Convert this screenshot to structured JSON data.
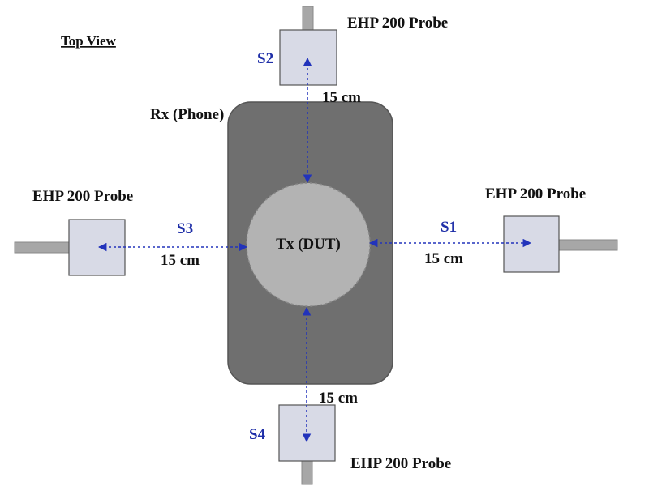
{
  "diagram": {
    "view_label": "Top View",
    "phone_label": "Rx (Phone)",
    "dut_label": "Tx (DUT)",
    "colors": {
      "phone_body": "#6f6f6f",
      "dut_circle": "#b3b3b3",
      "probe_box": "#d8dae6",
      "probe_stem": "#a7a7a7",
      "arrow": "#2233bb",
      "sensor_label": "#1f2fa8"
    },
    "probes": [
      {
        "id": "S1",
        "label": "EHP 200 Probe",
        "distance": "15 cm"
      },
      {
        "id": "S2",
        "label": "EHP 200 Probe",
        "distance": "15 cm"
      },
      {
        "id": "S3",
        "label": "EHP 200 Probe",
        "distance": "15 cm"
      },
      {
        "id": "S4",
        "label": "EHP 200 Probe",
        "distance": "15 cm"
      }
    ]
  }
}
